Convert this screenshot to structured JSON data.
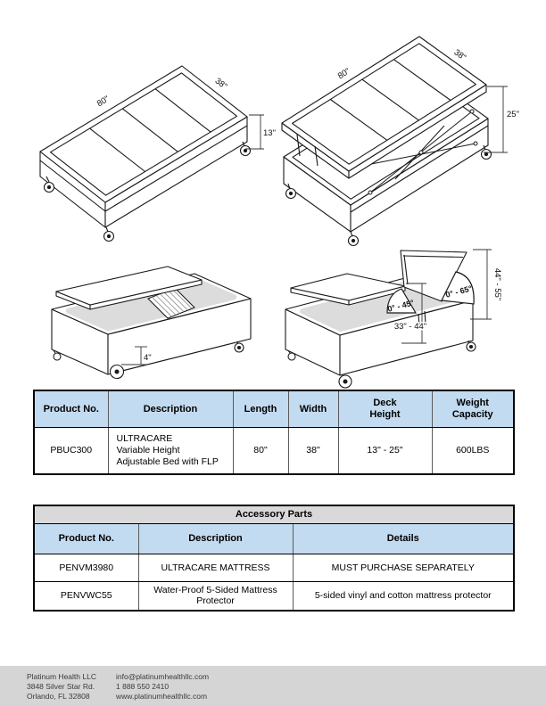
{
  "diagrams": {
    "flat_bed": {
      "length_label": "80\"",
      "width_label": "38\"",
      "height_label": "13\""
    },
    "raised_bed": {
      "length_label": "80\"",
      "width_label": "38\"",
      "height_label": "25\""
    },
    "mattress_bed": {
      "clearance_label": "4\""
    },
    "angle_bed": {
      "leg_angle_label": "0° - 45°",
      "head_angle_label": "0° - 65°",
      "deck_range_label": "33\" - 44\"",
      "head_range_label": "44\" - 55\""
    }
  },
  "spec_table": {
    "headers": [
      "Product No.",
      "Description",
      "Length",
      "Width",
      "Deck Height",
      "Weight Capacity"
    ],
    "row": {
      "product_no": "PBUC300",
      "description_lines": [
        "ULTRACARE",
        "Variable Height",
        "Adjustable Bed with FLP"
      ],
      "length": "80\"",
      "width": "38\"",
      "deck_height": "13\" - 25\"",
      "weight_capacity": "600LBS"
    }
  },
  "accessory_table": {
    "title": "Accessory Parts",
    "headers": [
      "Product No.",
      "Description",
      "Details"
    ],
    "rows": [
      {
        "product_no": "PENVM3980",
        "description": "ULTRACARE MATTRESS",
        "details": "MUST PURCHASE SEPARATELY"
      },
      {
        "product_no": "PENVWC55",
        "description": "Water-Proof 5-Sided Mattress Protector",
        "details": "5-sided vinyl and cotton mattress protector"
      }
    ]
  },
  "footer": {
    "company_lines": [
      "Platinum Health LLC",
      "3848 Silver Star Rd.",
      "Orlando, FL 32808"
    ],
    "contact_lines": [
      "info@platinumhealthllc.com",
      "1 888 550 2410",
      "www.platinumhealthllc.com"
    ]
  },
  "colors": {
    "table_header_bg": "#C3DBF0",
    "accessory_title_bg": "#D9D9D9",
    "footer_bg": "#D5D5D5",
    "line_color": "#1A1A1A"
  }
}
